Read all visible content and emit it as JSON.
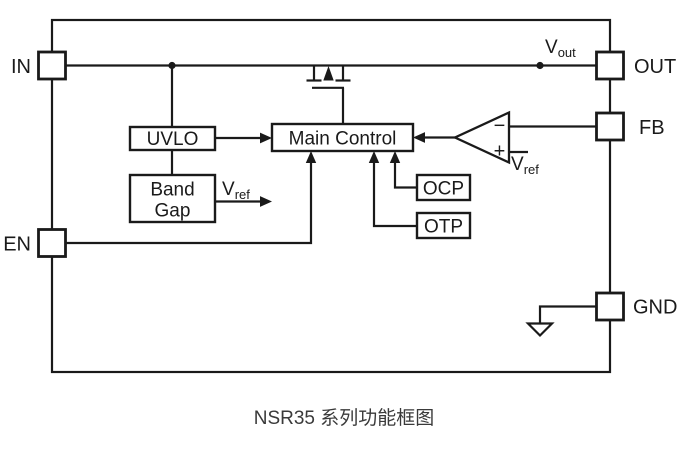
{
  "diagram": {
    "caption": "NSR35 系列功能框图",
    "colors": {
      "line": "#1a1a1a",
      "text": "#1a1a1a",
      "caption": "#3a3a3a",
      "block_fill": "#ffffff",
      "background": "#ffffff"
    },
    "pins": {
      "in": "IN",
      "en": "EN",
      "out": "OUT",
      "fb": "FB",
      "gnd": "GND"
    },
    "blocks": {
      "uvlo": "UVLO",
      "bandgap_line1": "Band",
      "bandgap_line2": "Gap",
      "main_control": "Main Control",
      "ocp": "OCP",
      "otp": "OTP"
    },
    "signals": {
      "vout_base": "V",
      "vout_sub": "out",
      "vref_base": "V",
      "vref_sub": "ref"
    },
    "comparator": {
      "minus_label": "−",
      "plus_label": "+"
    }
  }
}
